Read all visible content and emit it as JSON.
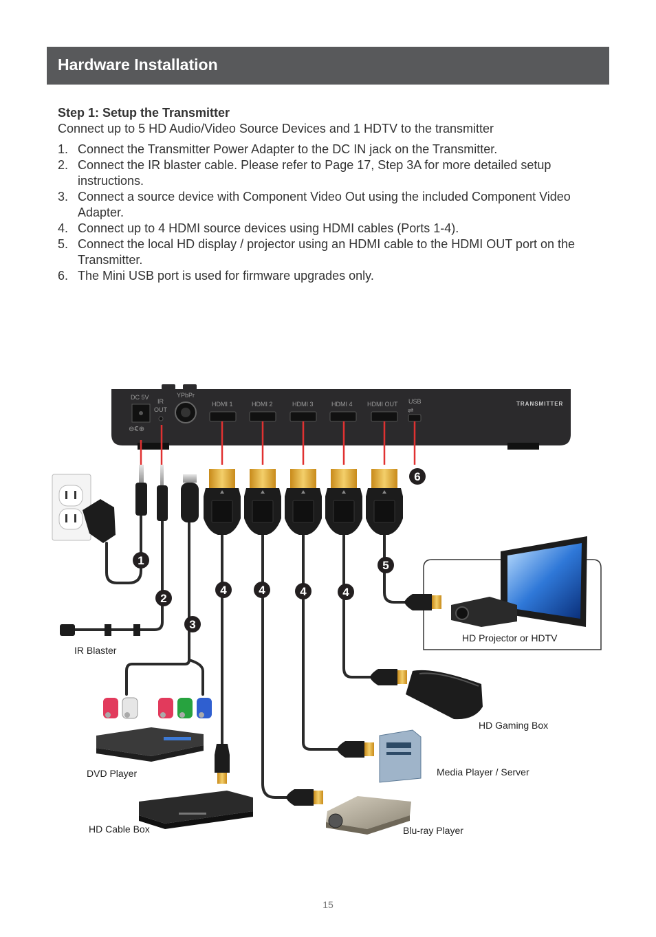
{
  "header": {
    "title": "Hardware Installation"
  },
  "step": {
    "title": "Step 1: Setup the Transmitter",
    "subtitle": "Connect up to 5 HD Audio/Video Source Devices and 1 HDTV to the transmitter",
    "items": [
      {
        "num": "1.",
        "lines": [
          "Connect the Transmitter Power Adapter to the DC IN jack on the Transmitter."
        ]
      },
      {
        "num": "2.",
        "lines": [
          "Connect the IR blaster cable.  Please refer to Page 17, Step 3A for more detailed setup",
          "instructions."
        ]
      },
      {
        "num": "3.",
        "lines": [
          "Connect a source device with Component Video Out using the included Component Video",
          "Adapter."
        ]
      },
      {
        "num": "4.",
        "lines": [
          "Connect up to 4 HDMI source devices using HDMI cables (Ports 1-4)."
        ]
      },
      {
        "num": "5.",
        "lines": [
          "Connect the local HD display / projector using an HDMI cable to the HDMI OUT port on the",
          "Transmitter."
        ]
      },
      {
        "num": "6.",
        "lines": [
          "The Mini USB port is used for firmware upgrades only."
        ]
      }
    ]
  },
  "transmitter": {
    "ports": {
      "dc": "DC 5V",
      "ir_1": "IR",
      "ir_2": "OUT",
      "ypbpr": "YPbPr",
      "hdmi1": "HDMI 1",
      "hdmi2": "HDMI 2",
      "hdmi3": "HDMI 3",
      "hdmi4": "HDMI 4",
      "hdmi_out": "HDMI OUT",
      "usb": "USB"
    },
    "brand": "TRANSMITTER",
    "polarity": "⊖€⊕"
  },
  "badges": {
    "b1": "1",
    "b2": "2",
    "b3": "3",
    "b4a": "4",
    "b4b": "4",
    "b4c": "4",
    "b4d": "4",
    "b5": "5",
    "b6": "6"
  },
  "devices": {
    "ir_blaster": "IR Blaster",
    "hd_display": "HD Projector or HDTV",
    "gaming": "HD Gaming Box",
    "media_server": "Media Player / Server",
    "dvd": "DVD Player",
    "cable_box": "HD Cable Box",
    "bluray": "Blu-ray Player"
  },
  "colors": {
    "header_bg": "#58595b",
    "transmitter_body": "#2b2a2c",
    "badge_bg": "#231f20",
    "connector_gold": "#e0a82e",
    "port_red": "#e03131"
  },
  "page_number": "15"
}
